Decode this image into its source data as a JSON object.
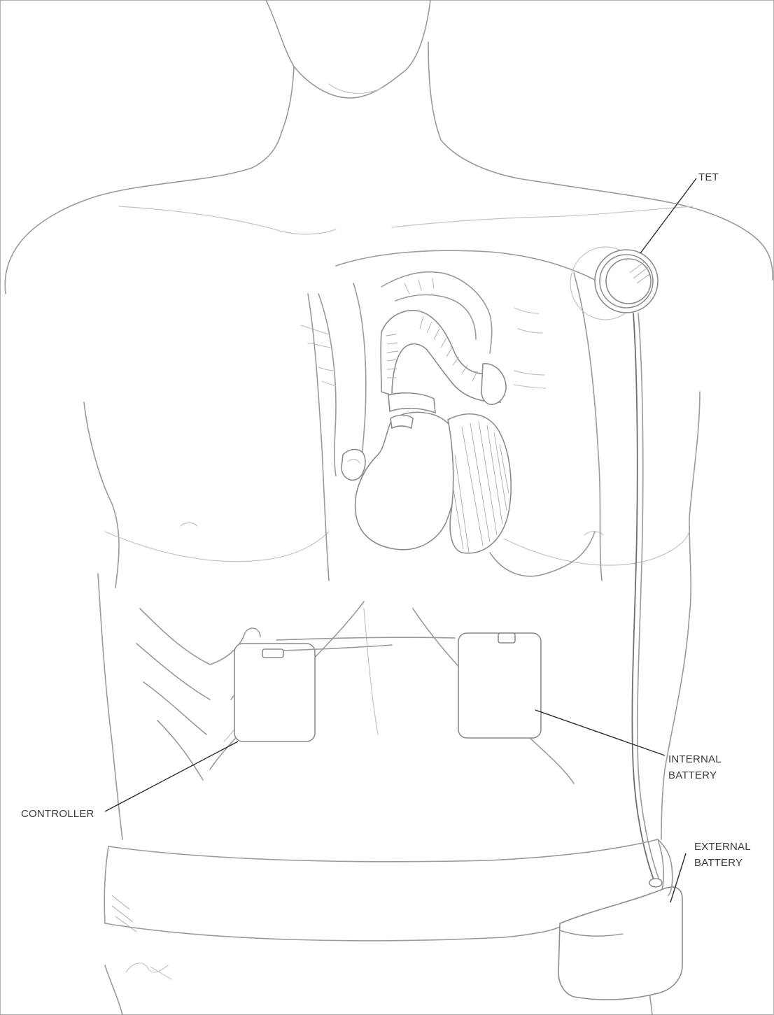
{
  "labels": {
    "tet": "TET",
    "internal_battery_line1": "INTERNAL",
    "internal_battery_line2": "BATTERY",
    "controller": "CONTROLLER",
    "external_battery_line1": "EXTERNAL",
    "external_battery_line2": "BATTERY"
  }
}
